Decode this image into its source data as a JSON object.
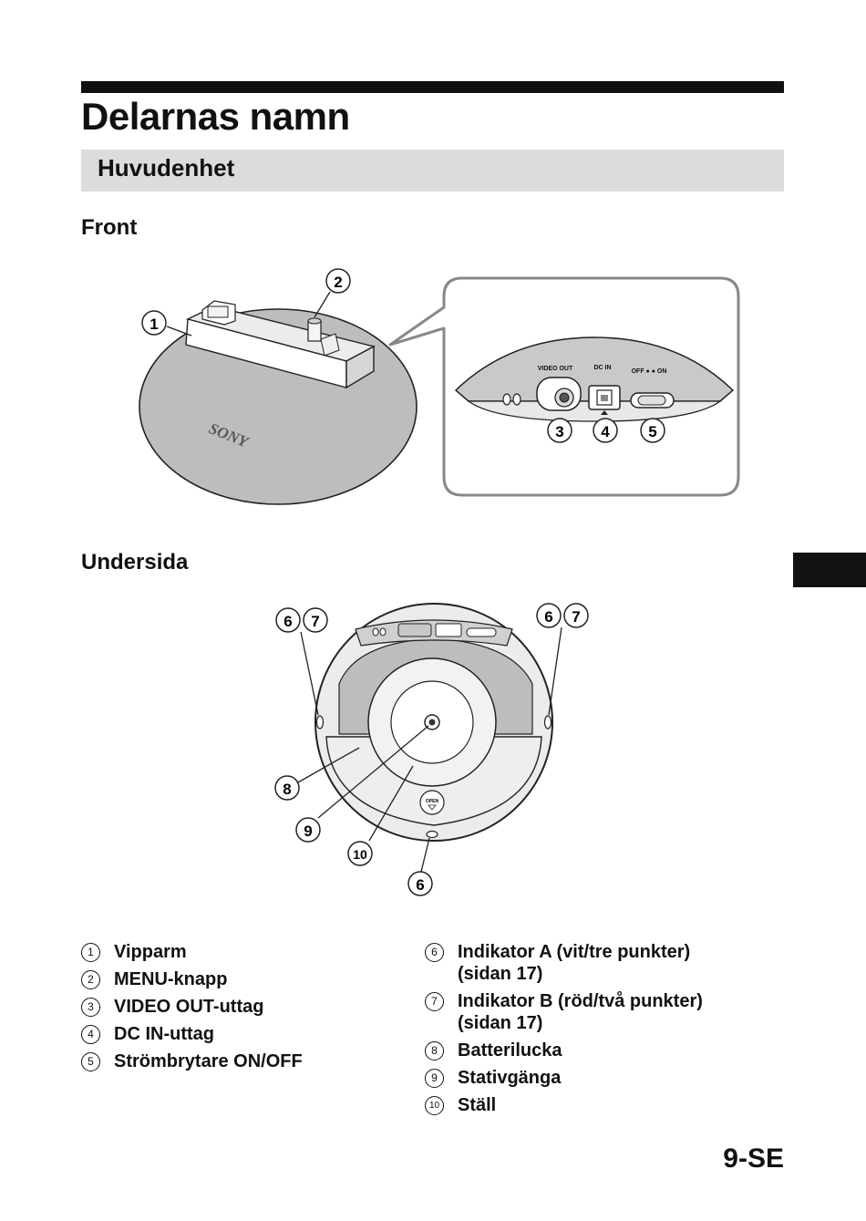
{
  "page": {
    "title": "Delarnas namn",
    "section": "Huvudenhet",
    "page_number": "9-SE"
  },
  "front": {
    "heading": "Front",
    "brand_logo": "SONY",
    "panel_labels": {
      "video_out": "VIDEO OUT",
      "dc_in": "DC IN",
      "power": "OFF ● ● ON"
    },
    "callouts": [
      "1",
      "2",
      "3",
      "4",
      "5"
    ]
  },
  "underside": {
    "heading": "Undersida",
    "open_label": "OPEN",
    "callouts": [
      "6",
      "7",
      "6",
      "7",
      "8",
      "9",
      "10",
      "6"
    ]
  },
  "legend": {
    "left": [
      {
        "num": "1",
        "label": "Vipparm",
        "sub": ""
      },
      {
        "num": "2",
        "label": "MENU-knapp",
        "sub": ""
      },
      {
        "num": "3",
        "label": "VIDEO OUT-uttag",
        "sub": ""
      },
      {
        "num": "4",
        "label": "DC IN-uttag",
        "sub": ""
      },
      {
        "num": "5",
        "label": "Strömbrytare ON/OFF",
        "sub": ""
      }
    ],
    "right": [
      {
        "num": "6",
        "label": "Indikator A (vit/tre punkter)",
        "sub": "(sidan 17)"
      },
      {
        "num": "7",
        "label": "Indikator B (röd/två punkter)",
        "sub": "(sidan 17)"
      },
      {
        "num": "8",
        "label": "Batterilucka",
        "sub": ""
      },
      {
        "num": "9",
        "label": "Stativgänga",
        "sub": ""
      },
      {
        "num": "10",
        "label": "Ställ",
        "sub": ""
      }
    ]
  }
}
